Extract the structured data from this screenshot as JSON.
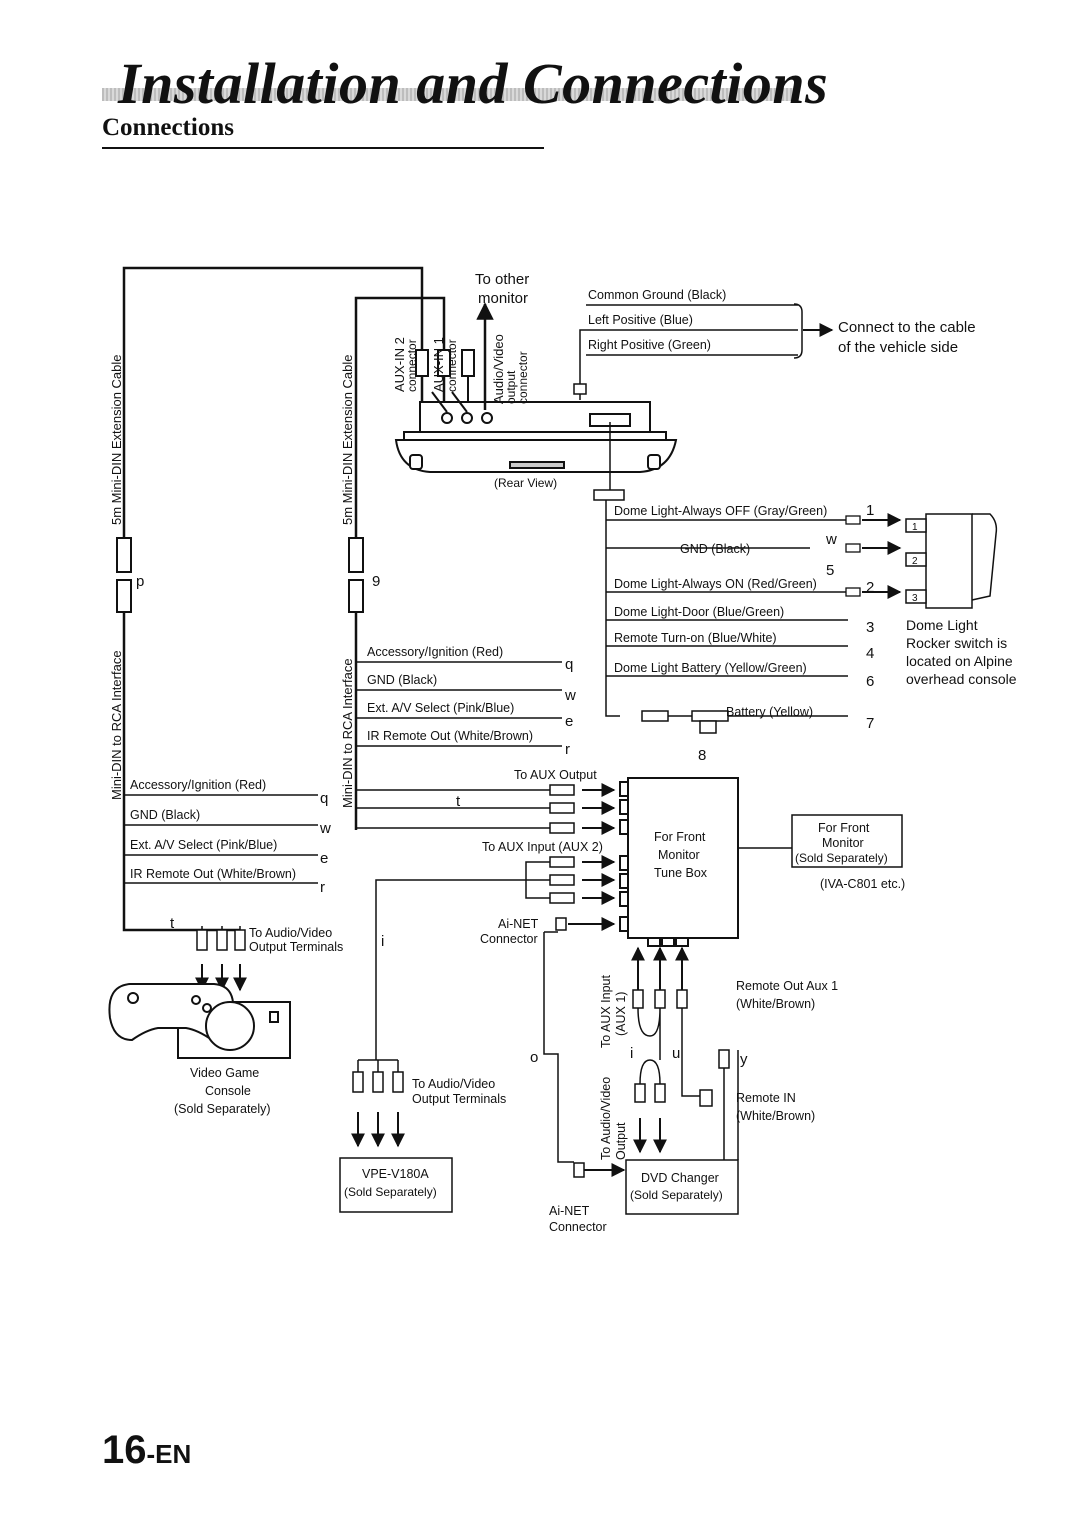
{
  "header": {
    "title": "Installation and Connections",
    "section": "Connections"
  },
  "footer": {
    "page_number": "16",
    "page_suffix": "-EN"
  },
  "cables": {
    "left_ext": "5m Mini-DIN Extension Cable",
    "left_rca": "Mini-DIN to RCA Interface",
    "mid_ext": "5m Mini-DIN Extension Cable",
    "mid_rca": "Mini-DIN to RCA Interface"
  },
  "rear_unit": {
    "aux_in2": "AUX-IN 2",
    "aux_in2_sub": "connector",
    "aux_in1": "AUX-IN 1",
    "aux_in1_sub": "connector",
    "av_out": "Audio/Video",
    "av_out_sub1": "output",
    "av_out_sub2": "connector",
    "to_other_1": "To other",
    "to_other_2": "monitor",
    "rear_view": "(Rear View)"
  },
  "ground_group": {
    "common": "Common Ground (Black)",
    "left": "Left Positive (Blue)",
    "right": "Right Positive (Green)",
    "connect_1": "Connect to the cable",
    "connect_2": "of the vehicle side"
  },
  "dome_wires": {
    "always_off": "Dome Light-Always OFF (Gray/Green)",
    "gnd": "GND (Black)",
    "always_on": "Dome Light-Always ON (Red/Green)",
    "door": "Dome Light-Door (Blue/Green)",
    "remote_on": "Remote Turn-on (Blue/White)",
    "battery_dome": "Dome Light Battery (Yellow/Green)",
    "battery": "Battery (Yellow)"
  },
  "dome_switch": {
    "pin1": "1",
    "pin2": "2",
    "pin3": "3",
    "label_1": "Dome Light",
    "label_2": "Rocker switch is",
    "label_3": "located on Alpine",
    "label_4": "overhead console"
  },
  "markers": {
    "m1": "1",
    "mw": "w",
    "m5": "5",
    "m2": "2",
    "m3": "3",
    "m4": "4",
    "m6": "6",
    "m7": "7",
    "m8": "8",
    "p": "p",
    "n9": "9",
    "lq": "q",
    "lw": "w",
    "le": "e",
    "lr": "r",
    "mq": "q",
    "mw2": "w",
    "me": "e",
    "mr": "r",
    "t_left": "t",
    "t_mid": "t",
    "i_mid": "i",
    "o": "o",
    "i_low": "i",
    "u": "u",
    "y": "y"
  },
  "left_leads": {
    "acc": "Accessory/Ignition (Red)",
    "gnd": "GND (Black)",
    "ext": "Ext. A/V Select (Pink/Blue)",
    "ir": "IR Remote Out (White/Brown)"
  },
  "mid_leads": {
    "acc": "Accessory/Ignition (Red)",
    "gnd": "GND (Black)",
    "ext": "Ext. A/V Select (Pink/Blue)",
    "ir": "IR Remote Out (White/Brown)"
  },
  "tune_box": {
    "aux_output": "To AUX Output",
    "aux_input": "To AUX Input (AUX 2)",
    "ainet": "Ai-NET",
    "ainet_sub": "Connector",
    "line1": "For Front",
    "line2": "Monitor",
    "line3": "Tune Box"
  },
  "front_monitor": {
    "line1": "For Front",
    "line2": "Monitor",
    "line3": "(Sold Separately)",
    "model": "(IVA-C801 etc.)"
  },
  "game": {
    "to_av_1": "To Audio/Video",
    "to_av_2": "Output Terminals",
    "name_1": "Video Game",
    "name_2": "Console",
    "name_3": "(Sold Separately)"
  },
  "vpe": {
    "to_av_1": "To Audio/Video",
    "to_av_2": "Output Terminals",
    "model": "VPE-V180A",
    "sold": "(Sold Separately)"
  },
  "dvd": {
    "aux_in_1": "To AUX Input",
    "aux_in_2": "(AUX 1)",
    "av_out_1": "To Audio/Video",
    "av_out_2": "Output",
    "remote_out_1": "Remote Out Aux 1",
    "remote_out_2": "(White/Brown)",
    "remote_in_1": "Remote IN",
    "remote_in_2": "(White/Brown)",
    "name": "DVD Changer",
    "sold": "(Sold Separately)",
    "ainet": "Ai-NET",
    "ainet_sub": "Connector"
  }
}
